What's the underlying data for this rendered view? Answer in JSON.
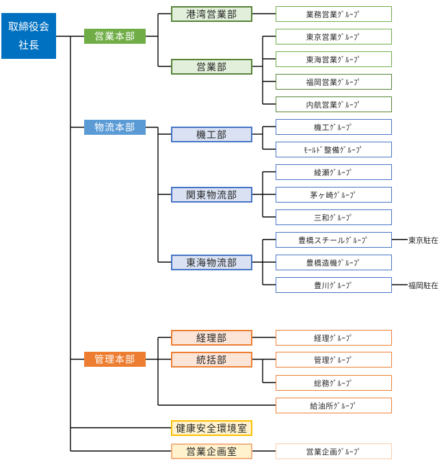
{
  "colors": {
    "ceo": "#0070C0",
    "sales_hq": "#70AD47",
    "sales_dept_fill": "#E2EFDA",
    "sales_dept_border": "#548235",
    "sales_group_border": "#70AD47",
    "sales_group_border_dark": "#548235",
    "logistics_hq": "#5B9BD5",
    "logistics_dept_fill": "#D9E1F2",
    "logistics_border": "#4472C4",
    "admin_hq": "#ED7D31",
    "admin_dept_fill": "#FCE4D6",
    "admin_border": "#ED7D31",
    "safety_fill": "#FFF2CC",
    "safety_border": "#FFC000",
    "planning_fill": "#FFF2CC",
    "planning_border": "#F4B183",
    "planning_group_border": "#F8CBAD"
  },
  "ceo": {
    "line1": "取締役会",
    "line2": "社長"
  },
  "headquarters": {
    "sales": "営業本部",
    "logistics": "物流本部",
    "admin": "管理本部"
  },
  "departments": {
    "port_sales": "港湾営業部",
    "sales": "営業部",
    "machining": "機工部",
    "kanto_logistics": "関東物流部",
    "tokai_logistics": "東海物流部",
    "accounting": "経理部",
    "general_control": "統括部",
    "safety_office": "健康安全環境室",
    "planning_office": "営業企画室"
  },
  "groups": {
    "business_sales": "業務営業ｸﾞﾙｰﾌﾟ",
    "tokyo_sales": "東京営業ｸﾞﾙｰﾌﾟ",
    "tokai_sales": "東海営業ｸﾞﾙｰﾌﾟ",
    "fukuoka_sales": "福岡営業ｸﾞﾙｰﾌﾟ",
    "coastal_sales": "内航営業ｸﾞﾙｰﾌﾟ",
    "machining": "機工ｸﾞﾙｰﾌﾟ",
    "mold_maintenance": "ﾓｰﾙﾄﾞ整備ｸﾞﾙｰﾌﾟ",
    "ayase": "綾瀬ｸﾞﾙｰﾌﾟ",
    "chigasaki": "茅ヶ崎ｸﾞﾙｰﾌﾟ",
    "sanwa": "三和ｸﾞﾙｰﾌﾟ",
    "toyohashi_steel": "豊橋スチールｸﾞﾙｰﾌﾟ",
    "toyohashi_foundry": "豊橋造機ｸﾞﾙｰﾌﾟ",
    "toyokawa": "豊川ｸﾞﾙｰﾌﾟ",
    "accounting": "経理ｸﾞﾙｰﾌﾟ",
    "management": "管理ｸﾞﾙｰﾌﾟ",
    "general_affairs": "総務ｸﾞﾙｰﾌﾟ",
    "fuel_station": "給油所ｸﾞﾙｰﾌﾟ",
    "sales_planning": "営業企画ｸﾞﾙｰﾌﾟ"
  },
  "notes": {
    "tokyo_stationed": "東京駐在",
    "fukuoka_stationed": "福岡駐在"
  }
}
